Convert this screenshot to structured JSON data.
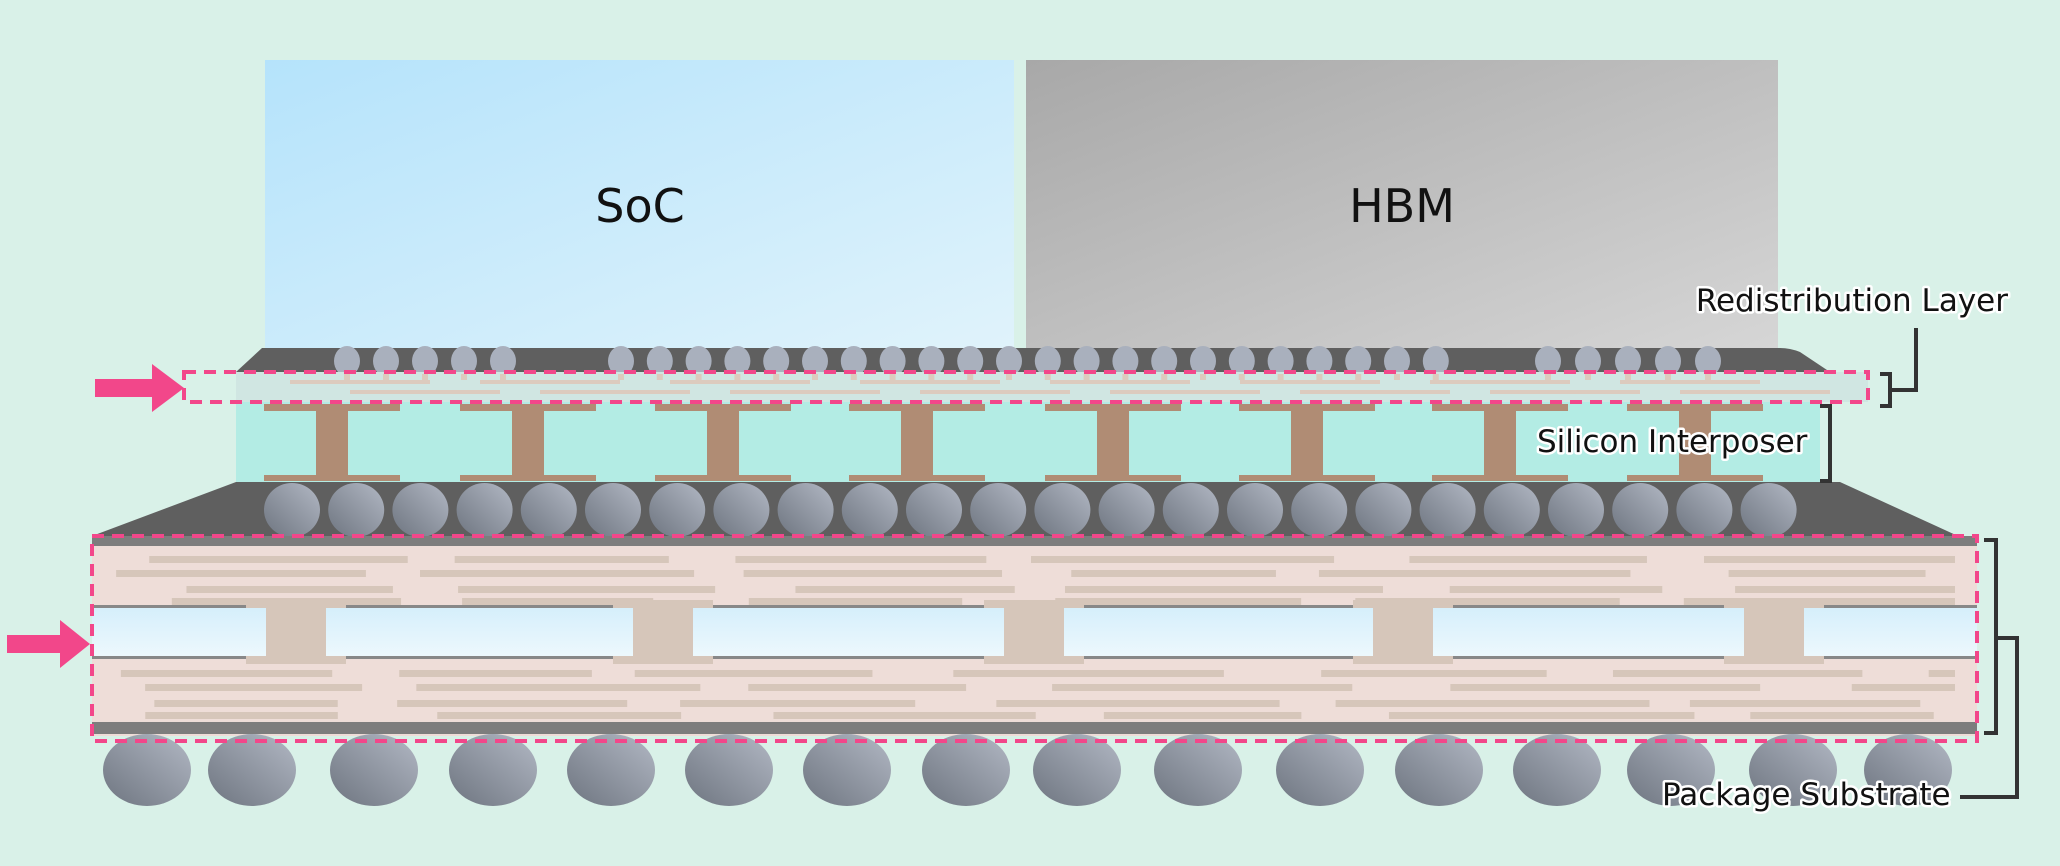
{
  "chips": {
    "soc": "SoC",
    "hbm": "HBM"
  },
  "labels": {
    "rdl": "Redistribution Layer",
    "interposer": "Silicon Interposer",
    "substrate": "Package Substrate"
  },
  "colors": {
    "background": "#d9f1e8",
    "highlight": "#f2478a",
    "interposer": "#b3ece4",
    "substrate": "#eeddd8",
    "copper": "#b08c74",
    "trace": "#d6c6ba",
    "molding": "#5f5f5f",
    "core": "#e2f4fb"
  }
}
